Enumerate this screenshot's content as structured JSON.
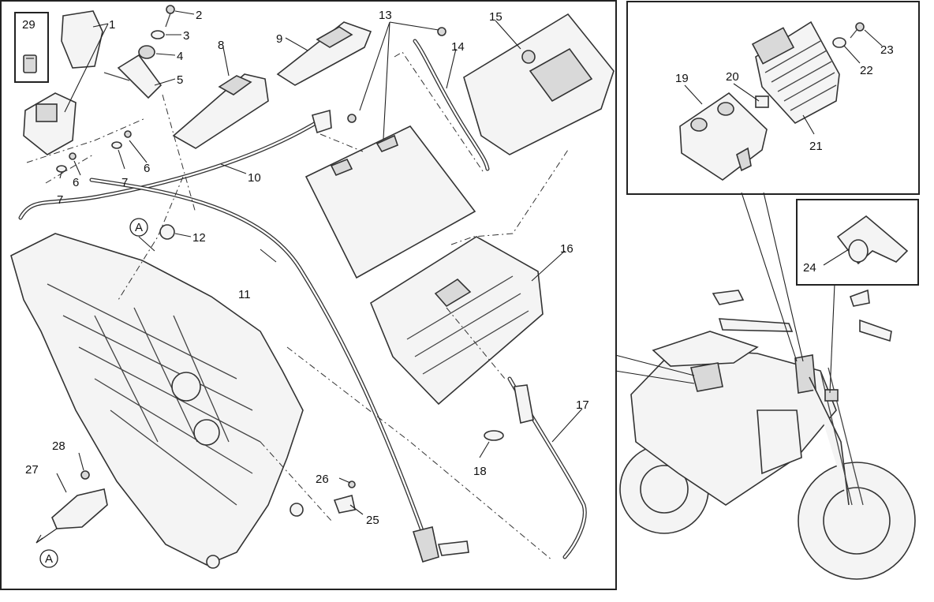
{
  "diagram": {
    "callouts": [
      "1",
      "2",
      "3",
      "4",
      "5",
      "6",
      "6",
      "7",
      "7",
      "8",
      "9",
      "10",
      "11",
      "12",
      "13",
      "14",
      "15",
      "16",
      "17",
      "18",
      "19",
      "20",
      "21",
      "22",
      "23",
      "24",
      "25",
      "26",
      "27",
      "28",
      "29"
    ],
    "ref_mark": "A"
  }
}
